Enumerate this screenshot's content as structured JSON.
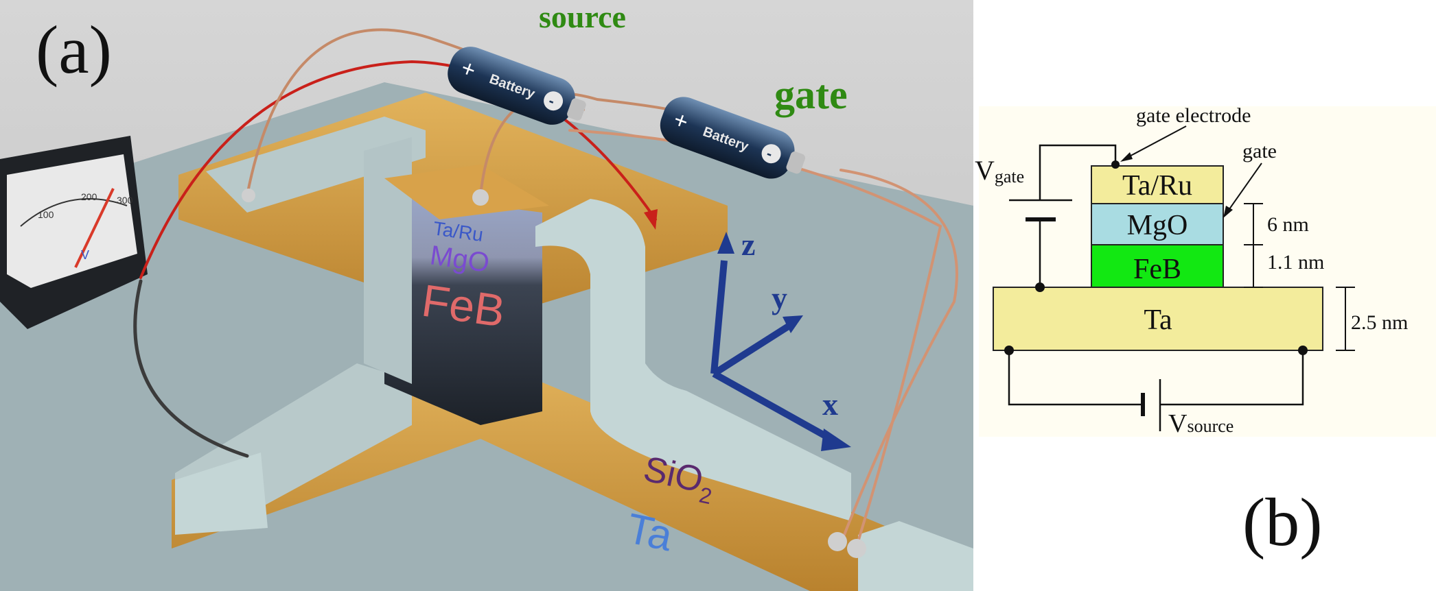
{
  "panel_a": {
    "label": "(a)",
    "source_label": "source",
    "gate_label": "gate",
    "battery_label": "Battery",
    "battery_plus": "+",
    "battery_minus": "-",
    "meter_unit": "V",
    "meter_ticks": [
      "100",
      "200",
      "300"
    ],
    "layers": {
      "ta_ru": "Ta/Ru",
      "mgo": "MgO",
      "feb": "FeB",
      "sio2_main": "SiO",
      "sio2_sub": "2",
      "ta": "Ta"
    },
    "axes": {
      "z": "z",
      "y": "y",
      "x": "x"
    }
  },
  "panel_b": {
    "label": "(b)",
    "gate_electrode": "gate electrode",
    "gate": "gate",
    "v_gate_main": "V",
    "v_gate_sub": "gate",
    "v_source_main": "V",
    "v_source_sub": "source",
    "layers": {
      "ta_ru": "Ta/Ru",
      "mgo": "MgO",
      "feb": "FeB",
      "ta": "Ta"
    },
    "dims": {
      "mgo": "6 nm",
      "feb": "1.1 nm",
      "ta": "2.5 nm"
    }
  },
  "colors": {
    "background_a": "#c8c8c8",
    "substrate": "#9fb1b5",
    "ta_layer": "#d4a24a",
    "sio2": "#c4d6d6",
    "label_green": "#2f8a13",
    "axis_blue": "#1f3a8f",
    "yellow_fill": "#f3ec9c",
    "cyan_fill": "#a9dce2",
    "green_fill": "#12e812"
  }
}
